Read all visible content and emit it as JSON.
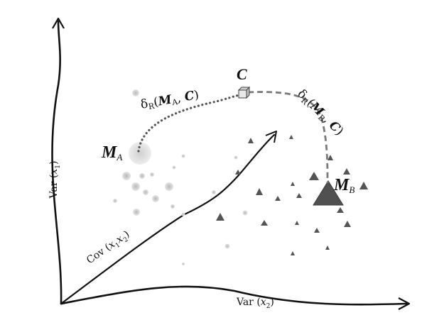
{
  "labels": {
    "var_x1": {
      "main": "Var (",
      "var": "x",
      "sub": "1",
      "close": ")"
    },
    "var_x2": {
      "main": "Var (",
      "var": "x",
      "sub": "2",
      "close": ")"
    },
    "cov": {
      "main": "Cov (",
      "v1": "x",
      "s1": "1",
      "v2": "x",
      "s2": "2",
      "close": ")"
    },
    "ma": {
      "main": "M",
      "sub": "A"
    },
    "mb": {
      "main": "M",
      "sub": "B"
    },
    "c": "C",
    "delta_a": {
      "d": "δ",
      "r": "R",
      "open": "(",
      "m": "M",
      "sub": "A",
      "sep": ", ",
      "c": "C",
      "close": ")"
    },
    "delta_b": {
      "d": "δ",
      "r": "R",
      "open": "(",
      "m": "M",
      "sub": "B",
      "sep": ", ",
      "c": "C",
      "close": ")"
    }
  },
  "colors": {
    "axis": "#111111",
    "circle_points": "#c8c8c8",
    "triangle_points": "#555555",
    "mean_b": "#505050",
    "path_a": "#555555",
    "path_b": "#7a7a7a"
  }
}
